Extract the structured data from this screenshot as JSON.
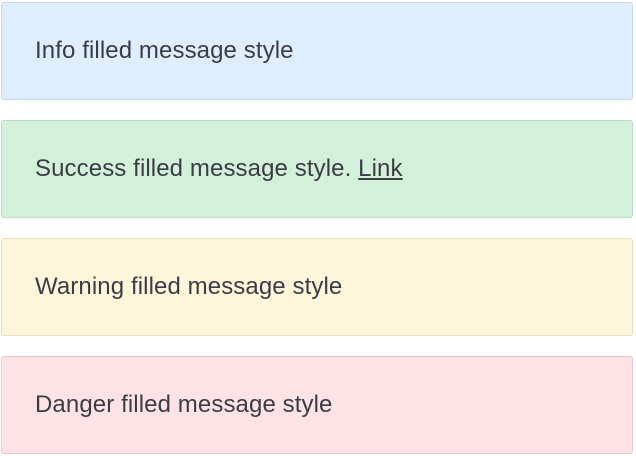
{
  "messages": [
    {
      "variant": "info",
      "text": "Info filled message style",
      "link": "",
      "background": "#dfeefe",
      "border": "#c5d8ec"
    },
    {
      "variant": "success",
      "text": "Success filled message style.",
      "link": "Link",
      "background": "#d3f0da",
      "border": "#b8dcc0"
    },
    {
      "variant": "warning",
      "text": "Warning filled message style",
      "link": "",
      "background": "#fef6da",
      "border": "#ebdfbc"
    },
    {
      "variant": "danger",
      "text": "Danger filled message style",
      "link": "",
      "background": "#fee3e6",
      "border": "#ecc8cd"
    }
  ],
  "colors": {
    "text": "#3a3d44"
  }
}
